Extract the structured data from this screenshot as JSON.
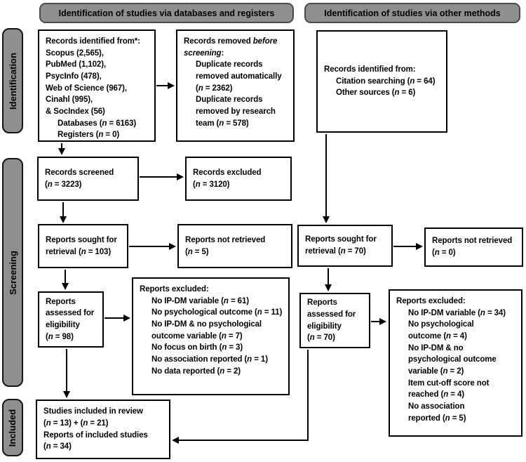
{
  "headers": {
    "databases": "Identification of studies via databases and registers",
    "other": "Identification of studies via other methods"
  },
  "side_labels": {
    "identification": "Identification",
    "screening": "Screening",
    "included": "Included"
  },
  "boxes": {
    "records_identified_databases": {
      "lines": [
        "Records identified from*:",
        "Scopus (2,565),",
        "PubMed (1,102),",
        "PsycInfo (478),",
        "Web of Science (967),",
        "Cinahl (995),",
        "& SocIndex (56)",
        "\tDatabases (_n_ = 6163)",
        "\tRegisters (_n_ = 0)"
      ]
    },
    "records_removed": {
      "lines": [
        "Records removed _before_",
        "_screening_:",
        "\tDuplicate records",
        "\tremoved automatically",
        "\t(_n_ = 2362)",
        "\tDuplicate records",
        "\tremoved by research",
        "\tteam (_n_ = 578)"
      ]
    },
    "records_identified_other": {
      "lines": [
        "Records identified from:",
        "\tCitation searching (_n_ = 64)",
        "\tOther sources (_n_ = 6)"
      ]
    },
    "records_screened": {
      "lines": [
        "Records screened",
        "(_n_ = 3223)"
      ]
    },
    "records_excluded": {
      "lines": [
        "Records excluded",
        "(_n_ = 3120)"
      ]
    },
    "reports_sought_db": {
      "lines": [
        "Reports sought for",
        "retrieval (_n_ = 103)"
      ]
    },
    "reports_not_retrieved_db": {
      "lines": [
        "Reports not retrieved",
        "(_n_ = 5)"
      ]
    },
    "reports_assessed_db": {
      "lines": [
        "Reports",
        "assessed for",
        "eligibility",
        "(_n_ = 98)"
      ]
    },
    "reports_excluded_db": {
      "lines": [
        "Reports excluded:",
        "\tNo IP-DM variable (_n_ = 61)",
        "\tNo psychological outcome (_n_ = 11)",
        "\tNo IP-DM & no psychological",
        "\toutcome variable (_n_ = 7)",
        "\tNo focus on birth (_n_ = 3)",
        "\tNo association reported (_n_ = 1)",
        "\tNo data reported (_n_ = 2)"
      ]
    },
    "reports_sought_other": {
      "lines": [
        "Reports sought for",
        "retrieval (_n_ = 70)"
      ]
    },
    "reports_not_retrieved_other": {
      "lines": [
        "Reports not retrieved",
        "(_n_ = 0)"
      ]
    },
    "reports_assessed_other": {
      "lines": [
        "Reports",
        "assessed for",
        "eligibility",
        "(_n_ = 70)"
      ]
    },
    "reports_excluded_other": {
      "lines": [
        "Reports excluded:",
        "\tNo IP-DM variable (_n_ = 34)",
        "\tNo psychological",
        "\toutcome (_n_ = 4)",
        "\tNo IP-DM & no",
        "\tpsychological outcome",
        "\tvariable (_n_ = 2)",
        "\tItem cut-off score not",
        "\treached (_n_ = 4)",
        "\tNo association",
        "\treported (_n_ = 5)"
      ]
    },
    "studies_included": {
      "lines": [
        "Studies included in review",
        "(_n_ = 13) + (_n_ = 21)",
        "Reports of included studies",
        "(_n_ = 34)"
      ]
    }
  },
  "colors": {
    "band_fill": "#8f8f8f",
    "band_border": "#4a4a4a",
    "box_fill": "#ffffff",
    "box_border": "#000000",
    "arrow": "#000000",
    "text": "#000000",
    "background": "#ffffff"
  }
}
